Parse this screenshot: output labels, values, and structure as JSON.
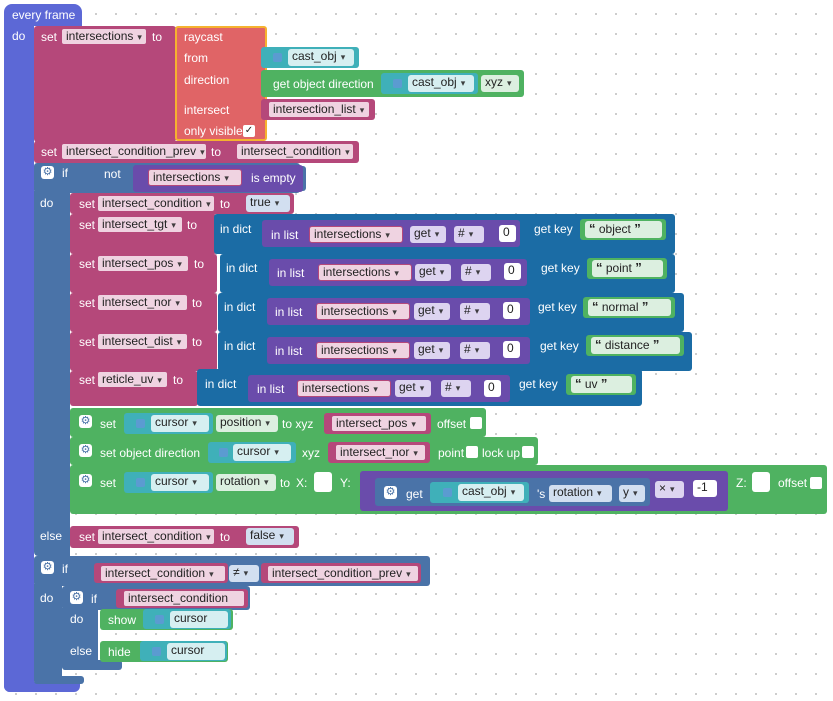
{
  "event": {
    "title": "every frame",
    "do_label": "do"
  },
  "kw": {
    "set": "set",
    "to": "to",
    "if": "if",
    "do": "do",
    "else": "else",
    "not": "not",
    "is_empty": "is empty",
    "in_dict": "in dict",
    "in_list": "in list",
    "get": "get",
    "get_key": "get key",
    "hash": "#",
    "zero": "0",
    "xyz": "xyz",
    "offset": "offset",
    "point": "point",
    "lock_up": "lock up",
    "x": "X:",
    "y": "Y:",
    "z": "Z:",
    "apostrophe_s": "'s",
    "true": "true",
    "false": "false",
    "neq": "≠",
    "times": "×",
    "neg_one": "-1",
    "show": "show",
    "hide": "hide",
    "y_axis": "y",
    "set_object_direction": "set object direction",
    "get_object_direction": "get object direction"
  },
  "raycast": {
    "title": "raycast",
    "from": "from",
    "direction": "direction",
    "intersect": "intersect",
    "only_visible": "only visible",
    "check": "✓"
  },
  "vars": {
    "intersections": "intersections",
    "intersection_list": "intersection_list",
    "intersect_condition_prev": "intersect_condition_prev",
    "intersect_condition": "intersect_condition",
    "intersect_tgt": "intersect_tgt",
    "intersect_pos": "intersect_pos",
    "intersect_nor": "intersect_nor",
    "intersect_dist": "intersect_dist",
    "reticle_uv": "reticle_uv"
  },
  "objects": {
    "cast_obj": "cast_obj",
    "cursor": "cursor"
  },
  "props": {
    "position": "position",
    "rotation": "rotation"
  },
  "keys": {
    "object": "object",
    "point": "point",
    "normal": "normal",
    "distance": "distance",
    "uv": "uv"
  },
  "colors": {
    "event": "#5c68d6",
    "variables": "#b5487a",
    "raycast": "#e06466",
    "raycast_outline": "#f5b22f",
    "objects": "#3fb0b9",
    "transforms": "#4fb261",
    "logic": "#4a73a8",
    "dictionaries": "#1b6ca5",
    "lists": "#6a4cab",
    "text": "#4fb261"
  },
  "icons": {
    "gear": "gear-icon",
    "object": "cube-icon",
    "quote_open": "“",
    "quote_close": "”"
  }
}
